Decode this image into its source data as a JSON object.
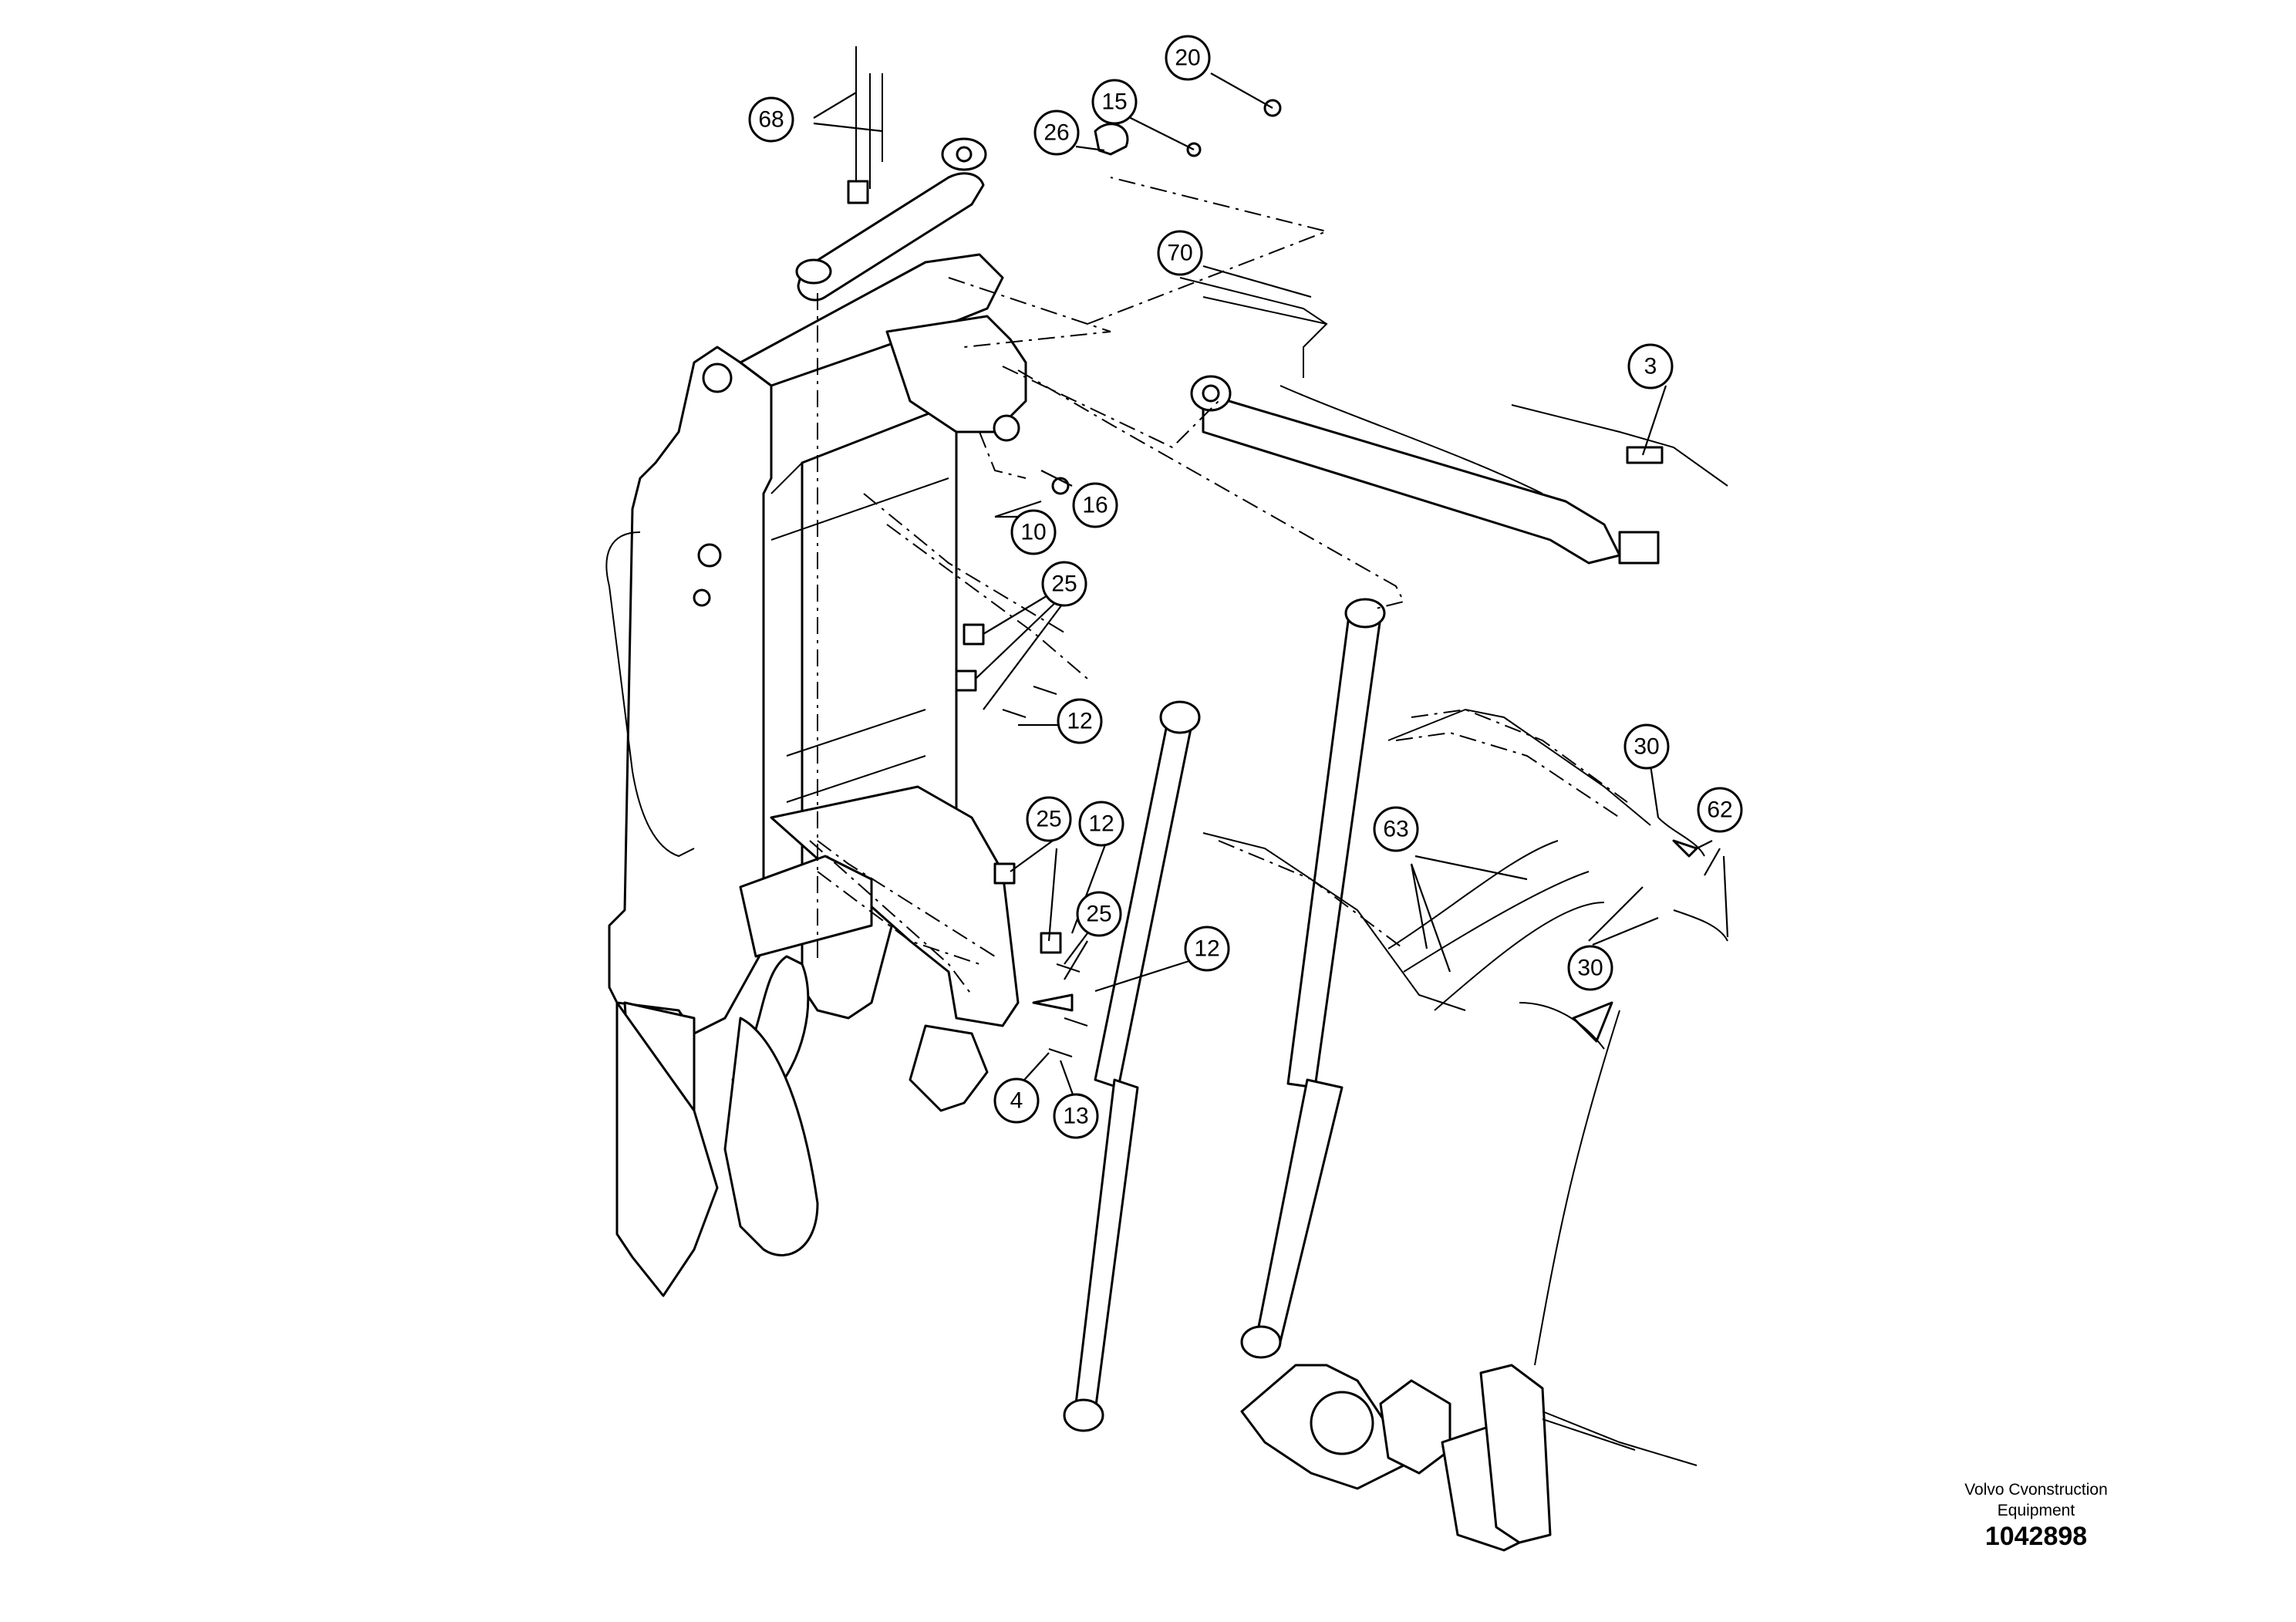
{
  "footer": {
    "publisher_line1": "Volvo Cvonstruction",
    "publisher_line2": "Equipment",
    "drawing_number": "1042898"
  },
  "callouts": [
    {
      "id": "c68",
      "label": "68"
    },
    {
      "id": "c20",
      "label": "20"
    },
    {
      "id": "c15",
      "label": "15"
    },
    {
      "id": "c26",
      "label": "26"
    },
    {
      "id": "c70",
      "label": "70"
    },
    {
      "id": "c3",
      "label": "3"
    },
    {
      "id": "c16",
      "label": "16"
    },
    {
      "id": "c10",
      "label": "10"
    },
    {
      "id": "c25a",
      "label": "25"
    },
    {
      "id": "c12a",
      "label": "12"
    },
    {
      "id": "c30a",
      "label": "30"
    },
    {
      "id": "c62",
      "label": "62"
    },
    {
      "id": "c63",
      "label": "63"
    },
    {
      "id": "c25b",
      "label": "25"
    },
    {
      "id": "c12b",
      "label": "12"
    },
    {
      "id": "c25c",
      "label": "25"
    },
    {
      "id": "c12c",
      "label": "12"
    },
    {
      "id": "c30b",
      "label": "30"
    },
    {
      "id": "c4",
      "label": "4"
    },
    {
      "id": "c13",
      "label": "13"
    }
  ]
}
